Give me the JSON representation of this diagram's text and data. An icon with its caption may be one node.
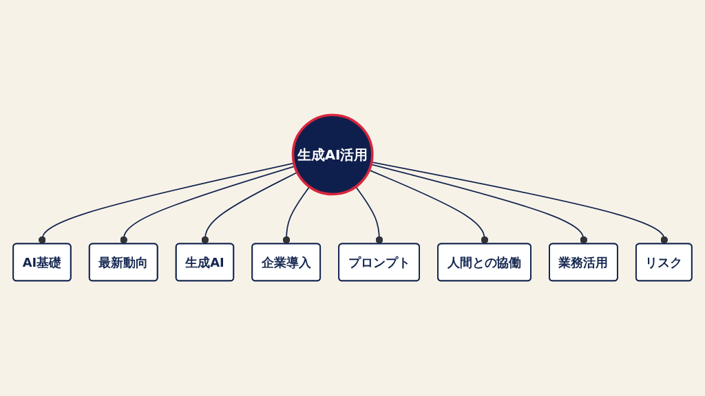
{
  "diagram": {
    "nodes": [
      {
        "text": [
          "生成AI活用"
        ]
      },
      {
        "text": [
          "AI基礎"
        ]
      },
      {
        "text": [
          "最新動向"
        ]
      },
      {
        "text": [
          "生成AI"
        ]
      },
      {
        "text": [
          "企業導入"
        ]
      },
      {
        "text": [
          "プロンプト"
        ]
      },
      {
        "text": [
          "人間との協働"
        ]
      },
      {
        "text": [
          "業務活用"
        ]
      },
      {
        "text": [
          "リスク"
        ]
      }
    ],
    "edges": [
      {
        "from": 0,
        "to": 1,
        "arrow": "other"
      },
      {
        "from": 0,
        "to": 2,
        "arrow": "other"
      },
      {
        "from": 0,
        "to": 3,
        "arrow": "other"
      },
      {
        "from": 0,
        "to": 4,
        "arrow": "other"
      },
      {
        "from": 0,
        "to": 5,
        "arrow": "other"
      },
      {
        "from": 0,
        "to": 6,
        "arrow": "other"
      },
      {
        "from": 0,
        "to": 7,
        "arrow": "other"
      },
      {
        "from": 0,
        "to": 8,
        "arrow": "other"
      }
    ]
  }
}
